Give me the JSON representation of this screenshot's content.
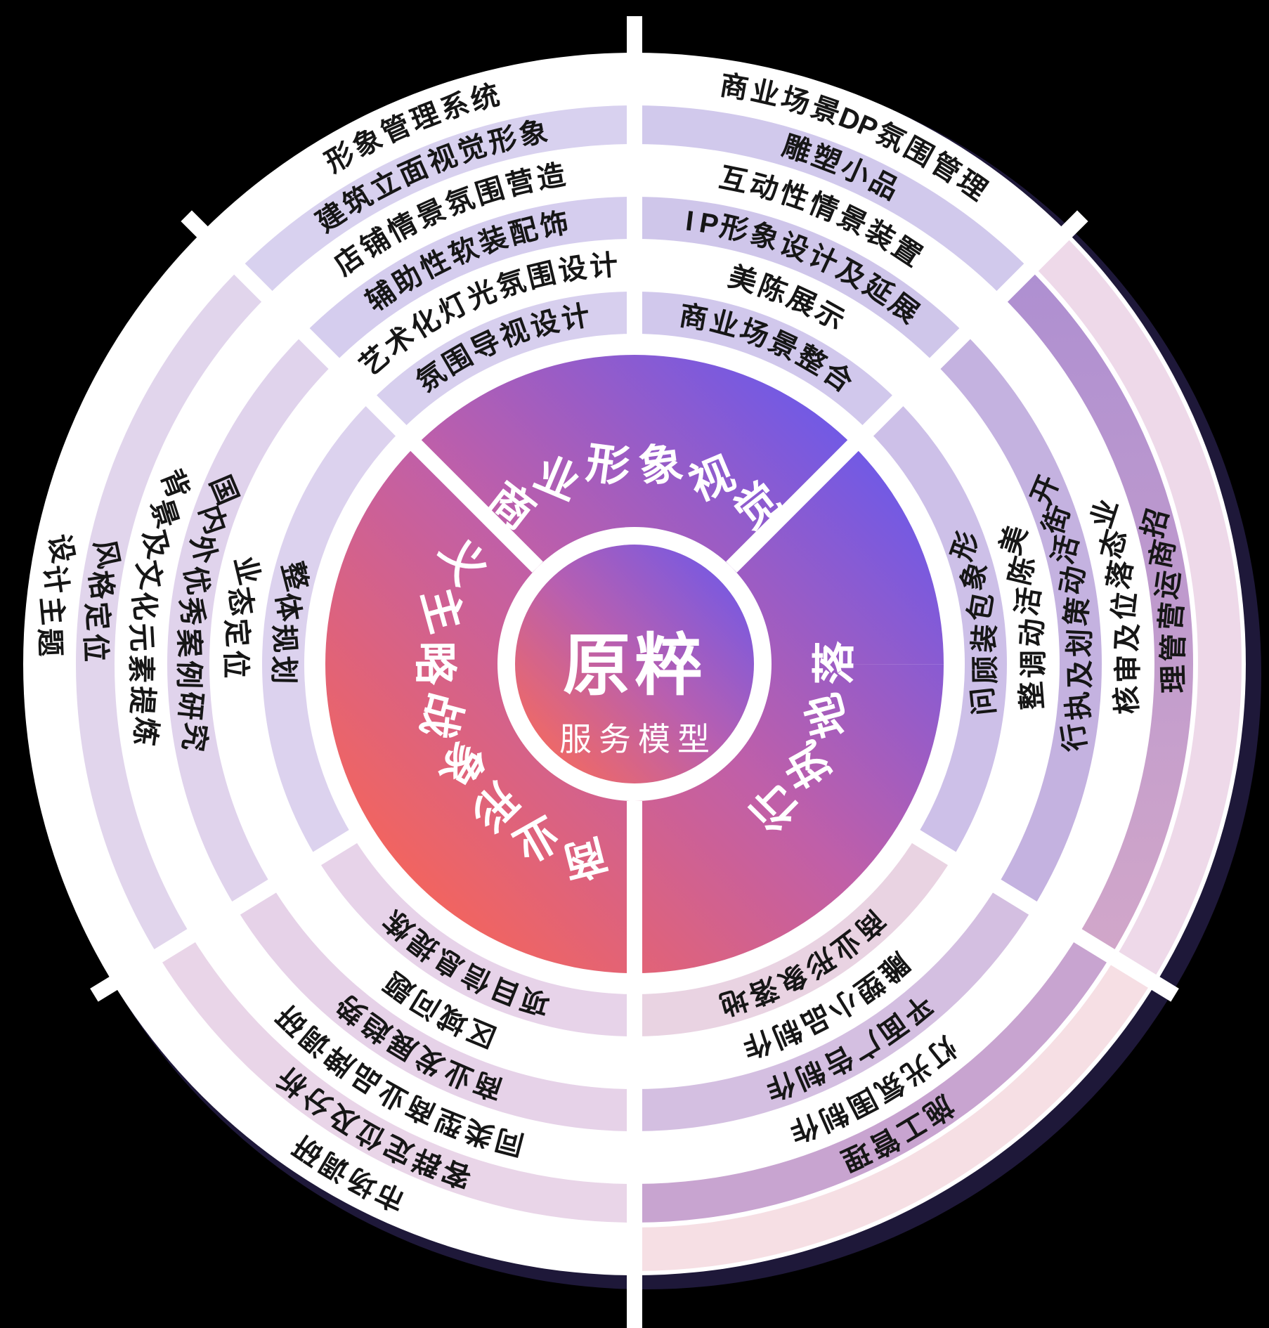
{
  "center": {
    "title": "原粹",
    "subtitle": "服务模型"
  },
  "inner_ring_segments": [
    {
      "id": "commercial-image-visual",
      "label": "商业形象视觉",
      "start": 45,
      "end": 135
    },
    {
      "id": "landing-execution",
      "label": "落地执行",
      "start": -90,
      "end": 45
    },
    {
      "id": "commercial-image-strategy",
      "label": "商业形象战略主义",
      "start": 135,
      "end": 270
    }
  ],
  "sectors": [
    {
      "id": "top-left",
      "zone": "top",
      "start": 90,
      "end": 135,
      "rings": [
        "氛围导视设计",
        "艺术化灯光氛围设计",
        "辅助性软装配饰",
        "店铺情景氛围营造",
        "建筑立面视觉形象",
        "形象管理系统"
      ],
      "band_colors": {
        "0": "#d7cfee",
        "2": "#d5cdee",
        "4": "#d8d1ef",
        "5": null
      }
    },
    {
      "id": "top-right",
      "zone": "top",
      "start": 45,
      "end": 90,
      "rings": [
        "商业场景整合",
        "美陈展示",
        "IP形象设计及延展",
        "互动性情景装置",
        "雕塑小品",
        "商业场景DP氛围管理"
      ],
      "band_colors": {
        "0": "#d1c8ec",
        "2": "#cfc6ea",
        "4": "#d1c9ec",
        "5": null
      }
    },
    {
      "id": "right",
      "zone": "right",
      "start": -31.5,
      "end": 45,
      "rings": [
        "形象包装顾问",
        "美陈活动调整",
        "开街活动策划及执行",
        "业态落位及审核",
        "招商运营管理",
        null
      ],
      "band_colors": {
        "0": "#cdc0e8",
        "2": "#c4b2e0",
        "4": "url(#gradRightR5)",
        "5": "#eed9e9"
      }
    },
    {
      "id": "bottom-right",
      "zone": "bottom",
      "start": -90,
      "end": -31.5,
      "rings": [
        "商业形象落地",
        "雕塑小品制作",
        "平面广告制作",
        "灯光氛围制作",
        "施工管理",
        null
      ],
      "band_colors": {
        "0": "#e9d3e2",
        "2": "#d4bfe1",
        "4": "#c8a4d0",
        "5": "#f6dfe4"
      }
    },
    {
      "id": "bottom-left",
      "zone": "bottom",
      "start": -148.5,
      "end": -90,
      "rings": [
        "项目信息提炼",
        "区域问题",
        "商业发展趋势",
        "同类型商业品牌调研",
        "客群定位及分析",
        "市场调研"
      ],
      "band_colors": {
        "0": "#e7d3e9",
        "2": "#e6d2e8",
        "4": "#e9d5e8",
        "5": null
      }
    },
    {
      "id": "left",
      "zone": "left",
      "start": 135,
      "end": 211.5,
      "rings": [
        "整体规划",
        "业态定位",
        "国内外优秀案例研究",
        "背景及文化元素提炼",
        "风格定位",
        "设计主题"
      ],
      "band_colors": {
        "0": "#dcd2ee",
        "2": "#e0d3ec",
        "4": "#e1d5ec",
        "5": null
      }
    }
  ],
  "colors": {
    "background": "#000000",
    "disc": "#ffffff",
    "shadow_rim": "#1e1839",
    "divider": "#ffffff",
    "ring_text": "#161616",
    "inner_text": "#ffffff",
    "donut_gradient": [
      "#f4655c",
      "#c05fa8",
      "#6d59e8"
    ],
    "center_gradient": [
      "#f56a5e",
      "#b85fb0",
      "#7459e4"
    ],
    "right_outer_band_gradient": [
      "#ae8fd1",
      "#d2a7c9"
    ]
  }
}
